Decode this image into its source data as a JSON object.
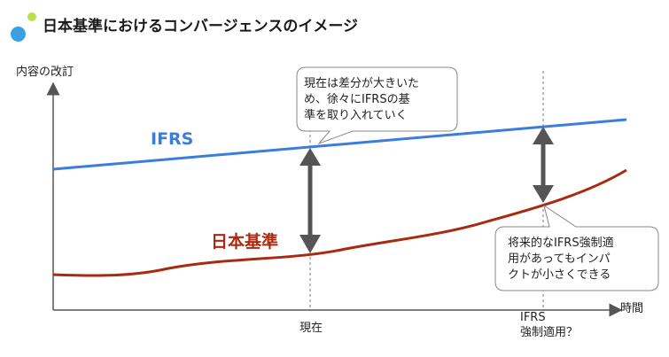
{
  "title": "日本基準におけるコンバージェンスのイメージ",
  "axes": {
    "y_label": "内容の改訂",
    "x_label": "時間",
    "x_marks": {
      "now": "現在",
      "ifrs_line1": "IFRS",
      "ifrs_line2": "強制適用？"
    }
  },
  "series": {
    "ifrs": {
      "name": "IFRS",
      "color": "#3b7ddd"
    },
    "japan": {
      "name": "日本基準",
      "color": "#a82a10"
    }
  },
  "callouts": {
    "top": {
      "line1": "現在は差分が大きいた",
      "line2": "め、徐々にIFRSの基",
      "line3": "準を取り入れていく"
    },
    "bottom": {
      "line1": "将来的なIFRS強制適",
      "line2": "用があってもインパ",
      "line3": "クトが小さくできる"
    }
  },
  "colors": {
    "axis": "#555555",
    "arrow": "#555555",
    "dot_green": "#b7e04a",
    "dot_blue": "#3aa0e6"
  }
}
